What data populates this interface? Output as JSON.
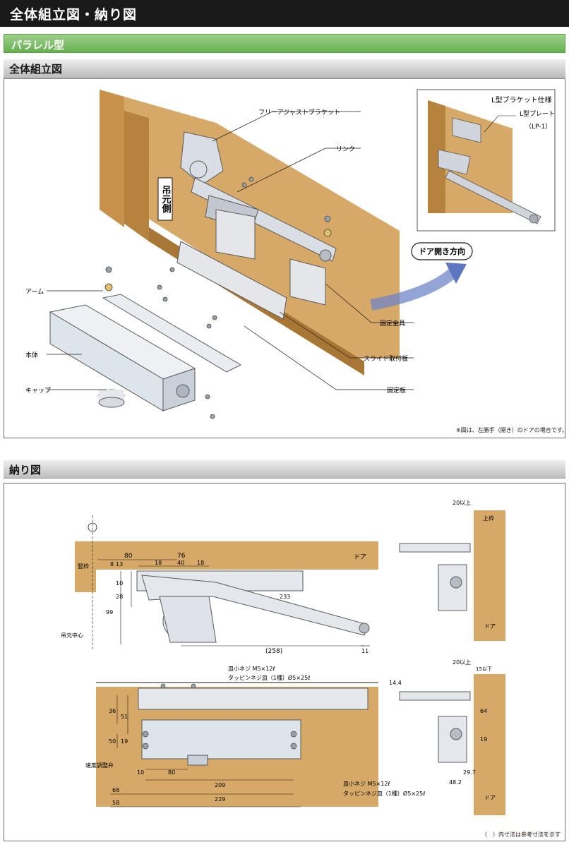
{
  "header": {
    "title": "全体組立図・納り図"
  },
  "section_type": "パラレル型",
  "assembly": {
    "heading": "全体組立図",
    "vertical_label": "吊元側",
    "labels": {
      "free_adjust_bracket": "フリーアジャストブラケット",
      "link": "リンク",
      "arm": "アーム",
      "body": "本体",
      "cap": "キャップ",
      "fixing_bracket": "固定金具",
      "slide_plate": "スライド取付板",
      "fixing_plate": "固定板"
    },
    "inset": {
      "title": "L型ブラケット仕様",
      "plate": "L型プレート",
      "code": "（LP-1）"
    },
    "door_direction": "ドア開き方向",
    "note": "※図は、左勝手（開き）のドアの場合です。"
  },
  "fit": {
    "heading": "納り図",
    "labels": {
      "door": "ドア",
      "frame_vertical": "竪枠",
      "frame_top": "上枠",
      "hinge_center": "吊元中心",
      "speed_valve": "速度調整弁",
      "screw1": "皿小ネジ M5×12ℓ",
      "screw2": "タッピンネジ皿（1種）Ø5×25ℓ",
      "screw3": "皿小ネジ M5×12ℓ",
      "screw4": "タッピンネジ皿（1種）Ø5×25ℓ"
    },
    "dims": {
      "d80": "80",
      "d76": "76",
      "d18a": "18",
      "d40": "40",
      "d18b": "18",
      "d8": "8",
      "d13": "13",
      "d10": "10",
      "d28": "28",
      "d99": "99",
      "d233": "233",
      "d258": "(258)",
      "d11": "11",
      "d36": "36",
      "d51": "51",
      "d50": "50",
      "d19": "19",
      "d10b": "10",
      "d80b": "80",
      "d209": "209",
      "d68": "68",
      "d229": "229",
      "d58": "58",
      "d20a": "20以上",
      "d20b": "20以上",
      "d14": "14.4",
      "d15": "15以下",
      "d64": "64",
      "d19b": "19",
      "d297": "29.7",
      "d482": "48.2"
    },
    "note": "（　）内寸法は参考寸法を示す"
  }
}
